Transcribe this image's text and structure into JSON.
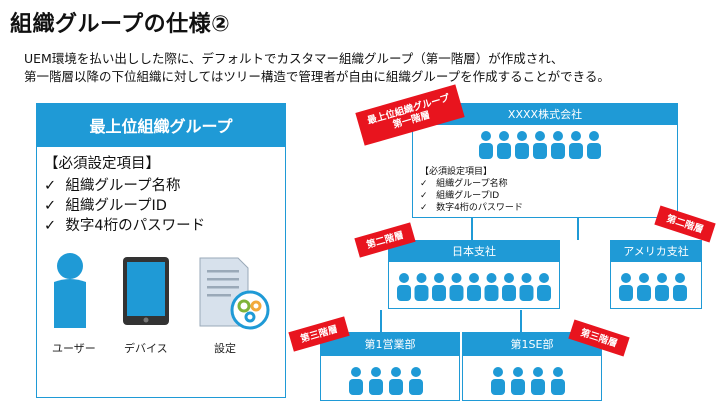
{
  "slide": {
    "title": "組織グループの仕様②",
    "description_line1": "UEM環境を払い出しした際に、デフォルトでカスタマー組織グループ（第一階層）が作成され、",
    "description_line2": "第一階層以降の下位組織に対してはツリー構造で管理者が自由に組織グループを作成することができる。"
  },
  "left_panel": {
    "header": "最上位組織グループ",
    "requirements_title": "【必須設定項目】",
    "requirements": [
      "組織グループ名称",
      "組織グループID",
      "数字4桁のパスワード"
    ],
    "check_mark": "✓",
    "icons": [
      {
        "icon": "user-icon",
        "label": "ユーザー"
      },
      {
        "icon": "tablet-icon",
        "label": "デバイス"
      },
      {
        "icon": "settings-document-icon",
        "label": "設定"
      }
    ]
  },
  "org_tree": {
    "top": {
      "name": "XXXX株式会社",
      "requirements_title": "【必須設定項目】",
      "requirements": [
        "組織グループ名称",
        "組織グループID",
        "数字4桁のパスワード"
      ]
    },
    "second_level": [
      {
        "name": "日本支社"
      },
      {
        "name": "アメリカ支社"
      }
    ],
    "third_level": [
      {
        "name": "第1営業部"
      },
      {
        "name": "第1SE部"
      }
    ],
    "badges": {
      "top_line1": "最上位組織グループ",
      "top_line2": "第一階層",
      "second_left": "第二階層",
      "second_right": "第二階層",
      "third_left": "第三階層",
      "third_right": "第三階層"
    },
    "accent_color": "#1f9ad6",
    "badge_color": "#e8141e"
  }
}
